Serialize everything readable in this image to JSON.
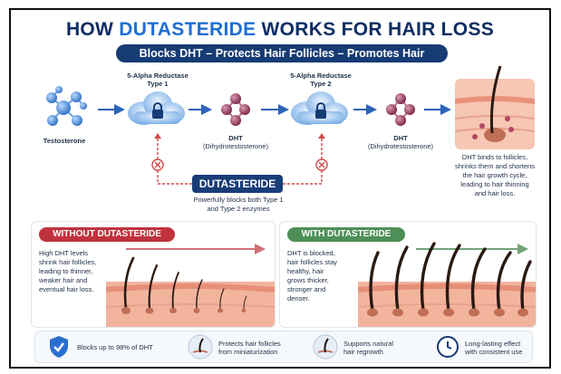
{
  "header": {
    "title_prefix": "HOW ",
    "title_accent": "DUTASTERIDE",
    "title_suffix": " WORKS FOR HAIR LOSS",
    "subtitle": "Blocks DHT – Protects Hair Follicles – Promotes Hair Regrowth"
  },
  "pathway": {
    "testosterone_label": "Testosterone",
    "enzyme1_line1": "5-Alpha Reductase",
    "enzyme1_line2": "Type 1",
    "enzyme2_line1": "5-Alpha Reductase",
    "enzyme2_line2": "Type 2",
    "dht1_line1": "DHT",
    "dht1_line2": "(Dihydrotestosterone)",
    "dht2_line1": "DHT",
    "dht2_line2": "(Dihydrotestosterone)",
    "follicle_caption": [
      "DHT binds to follicles,",
      "shrinks them and shortens",
      "the hair growth cycle,",
      "leading to hair thinning",
      "and hair loss."
    ],
    "dutasteride_label": "DUTASTERIDE",
    "dutasteride_caption": [
      "Powerfully blocks both Type 1",
      "and Type 2 enzymes"
    ]
  },
  "without": {
    "heading": "WITHOUT DUTASTERIDE",
    "lines": [
      "High DHT levels",
      "shrink hair follicles,",
      "leading to thinner,",
      "weaker hair and",
      "eventual hair loss."
    ]
  },
  "with": {
    "heading": "WITH DUTASTERIDE",
    "lines": [
      "DHT is blocked,",
      "hair follicles stay",
      "healthy, hair",
      "grows thicker,",
      "stronger and",
      "denser."
    ]
  },
  "benefits": [
    {
      "icon": "shield-check-icon",
      "lines": [
        "Blocks up to 98% of DHT"
      ]
    },
    {
      "icon": "hair-follicle-icon",
      "lines": [
        "Protects hair follicles",
        "from miniaturization"
      ]
    },
    {
      "icon": "hair-follicle-icon",
      "lines": [
        "Supports natural",
        "hair regrowth"
      ]
    },
    {
      "icon": "clock-icon",
      "lines": [
        "Long-lasting effect",
        "with consistent use"
      ]
    }
  ],
  "colors": {
    "navy": "#173b74",
    "accent_blue": "#1e6fd1",
    "without_red": "#c0323d",
    "with_green": "#4e8f57",
    "skin": "#f3b49e"
  }
}
